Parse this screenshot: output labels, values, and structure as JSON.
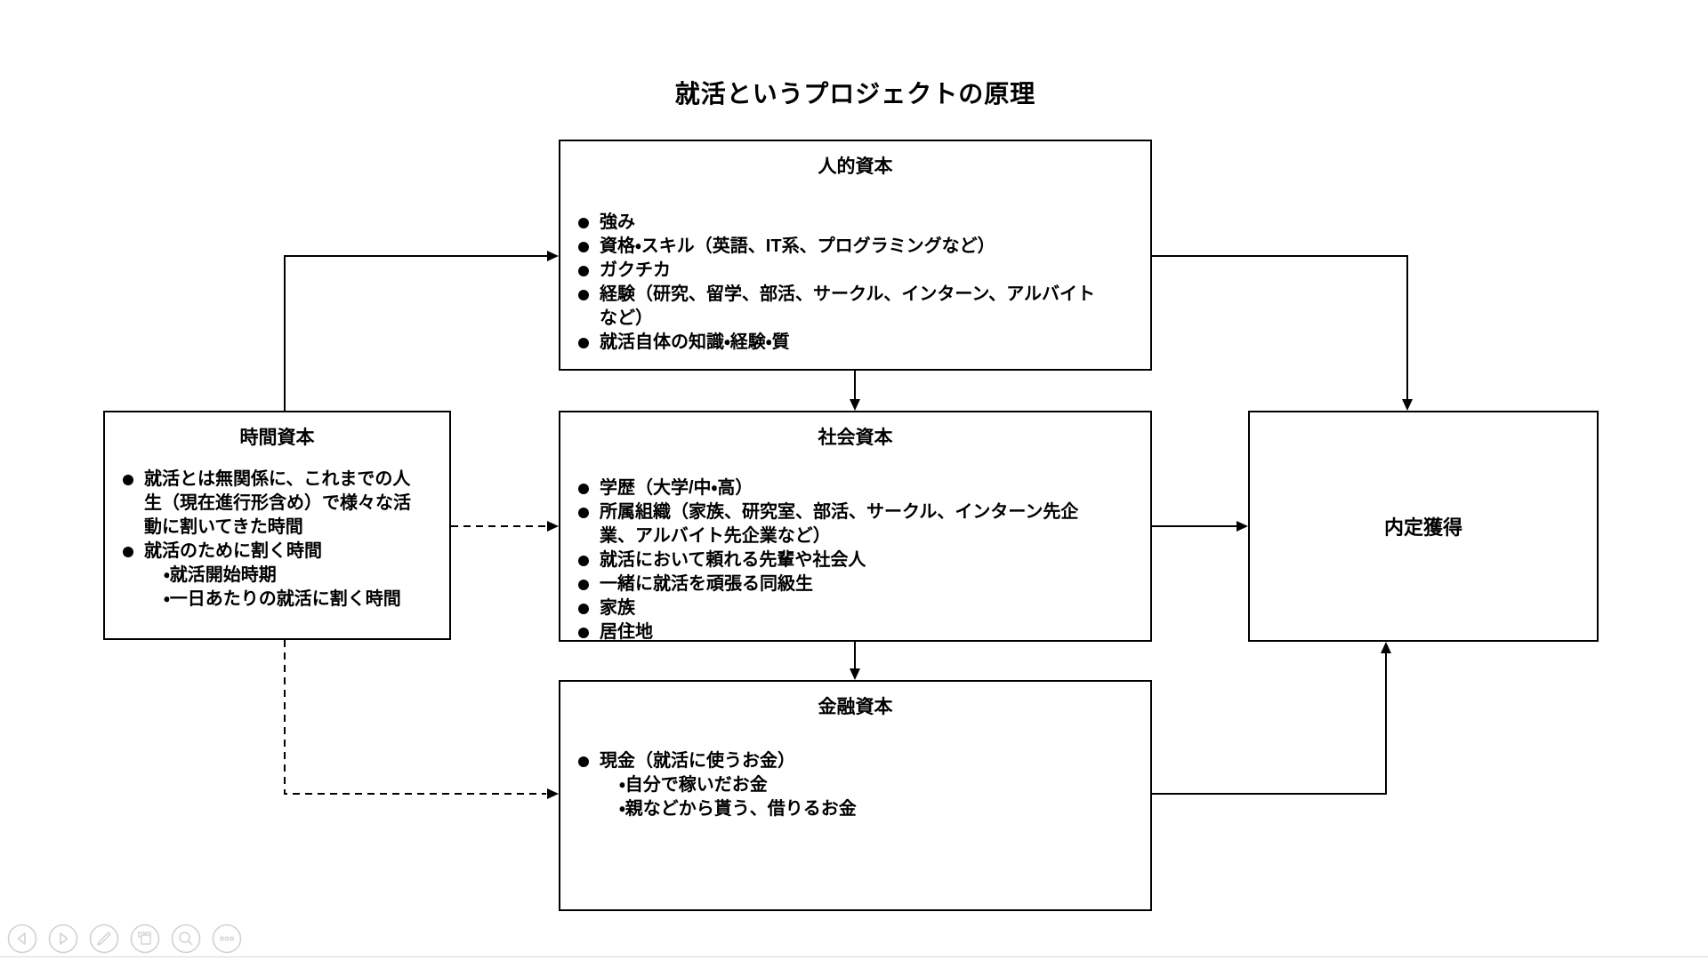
{
  "title": "就活というプロジェクトの原理",
  "boxes": {
    "human_capital": {
      "title": "人的資本",
      "items": [
        "強み",
        "資格・スキル（英語、IT系、プログラミングなど）",
        "ガクチカ",
        "経験（研究、留学、部活、サークル、インターン、アルバイトなど）",
        "就活自体の知識・経験・質"
      ]
    },
    "time_capital": {
      "title": "時間資本",
      "item1": "就活とは無関係に、これまでの人生（現在進行形含め）で様々な活動に割いてきた時間",
      "item2": "就活のために割く時間",
      "sub1": "・就活開始時期",
      "sub2": "・一日あたりの就活に割く時間"
    },
    "social_capital": {
      "title": "社会資本",
      "items": [
        "学歴（大学/中・高）",
        "所属組織（家族、研究室、部活、サークル、インターン先企業、アルバイト先企業など）",
        "就活において頼れる先輩や社会人",
        "一緒に就活を頑張る同級生",
        "家族",
        "居住地"
      ]
    },
    "financial_capital": {
      "title": "金融資本",
      "item1": "現金（就活に使うお金）",
      "sub1": "・自分で稼いだお金",
      "sub2": "・親などから貰う、借りるお金"
    },
    "goal": {
      "title": "内定獲得"
    }
  },
  "toolbar_icons": [
    "previous-slide",
    "next-slide",
    "pen",
    "slide-overview",
    "zoom",
    "more-options"
  ],
  "colors": {
    "line": "#000000",
    "toolbar_icon": "#d2d2d2",
    "background": "#ffffff"
  }
}
